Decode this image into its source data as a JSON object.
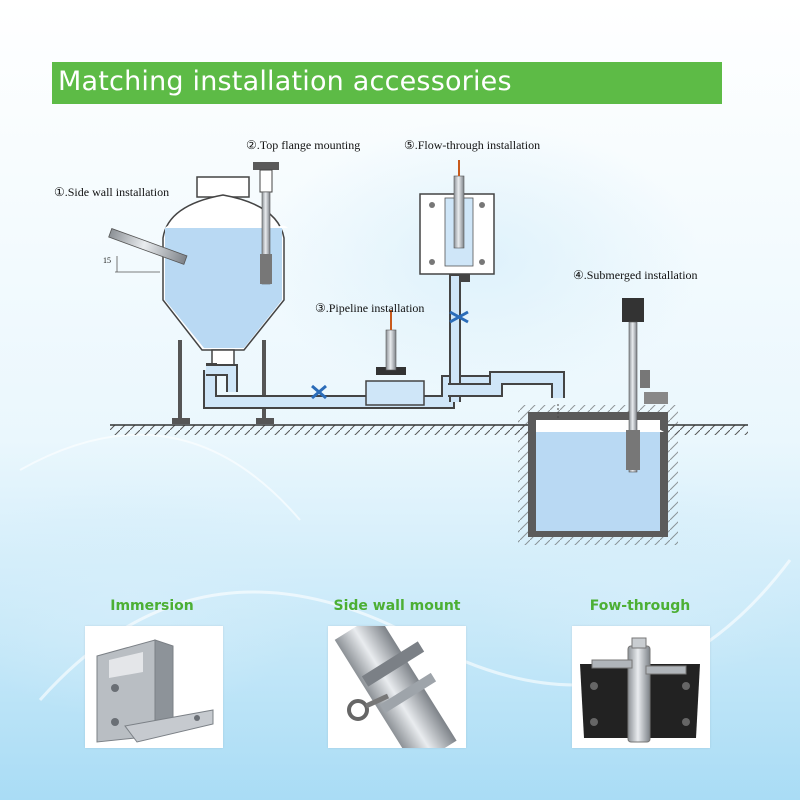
{
  "title": "Matching installation accessories",
  "labels": {
    "side_wall": "①.Side wall installation",
    "top_flange": "②.Top flange mounting",
    "pipeline": "③.Pipeline installation",
    "submerged": "④.Submerged installation",
    "flow_through": "⑤.Flow-through installation",
    "angle": "15"
  },
  "accessories": [
    {
      "caption": "Immersion"
    },
    {
      "caption": "Side wall mount"
    },
    {
      "caption": "Fow-through"
    }
  ],
  "colors": {
    "banner": "#5dbb46",
    "caption": "#4caf34",
    "water": "#b9d9f3",
    "pipe_water": "#cfe6f8",
    "background_top": "#ffffff",
    "background_bottom": "#a9dcf5"
  }
}
